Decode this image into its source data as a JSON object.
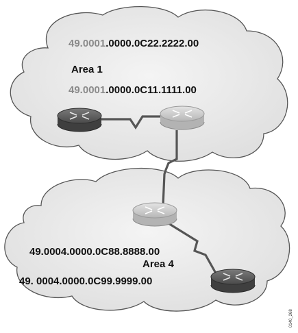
{
  "colors": {
    "area_prefix": "#8a8a8a",
    "system_id": "#111111",
    "cloud_fill": "#e9e9e9",
    "cloud_stroke": "#555555",
    "router_dark": "#444444",
    "router_light": "#bdbdbd"
  },
  "area1": {
    "label": "Area 1",
    "addr_top": {
      "area_part": "49.0001",
      "sys_part": ".0000.0C22.2222.00"
    },
    "addr_mid": {
      "area_part": "49.0001",
      "sys_part": ".0000.0C11.1111.00"
    }
  },
  "area4": {
    "label": "Area 4",
    "addr_left": {
      "area_part": "49.0004",
      "sys_part": ".0000.0C88.8888.00"
    },
    "addr_bottom": {
      "area_part": "49. 0004",
      "sys_part": ".0000.0C99.9999.00"
    }
  },
  "routers": [
    {
      "name": "router-area1-internal",
      "icon": "router-icon",
      "tone": "dark"
    },
    {
      "name": "router-area1-border",
      "icon": "router-icon",
      "tone": "light"
    },
    {
      "name": "router-area4-border",
      "icon": "router-icon",
      "tone": "light"
    },
    {
      "name": "router-area4-internal",
      "icon": "router-icon",
      "tone": "dark"
    }
  ],
  "figure_id": "0140_268"
}
